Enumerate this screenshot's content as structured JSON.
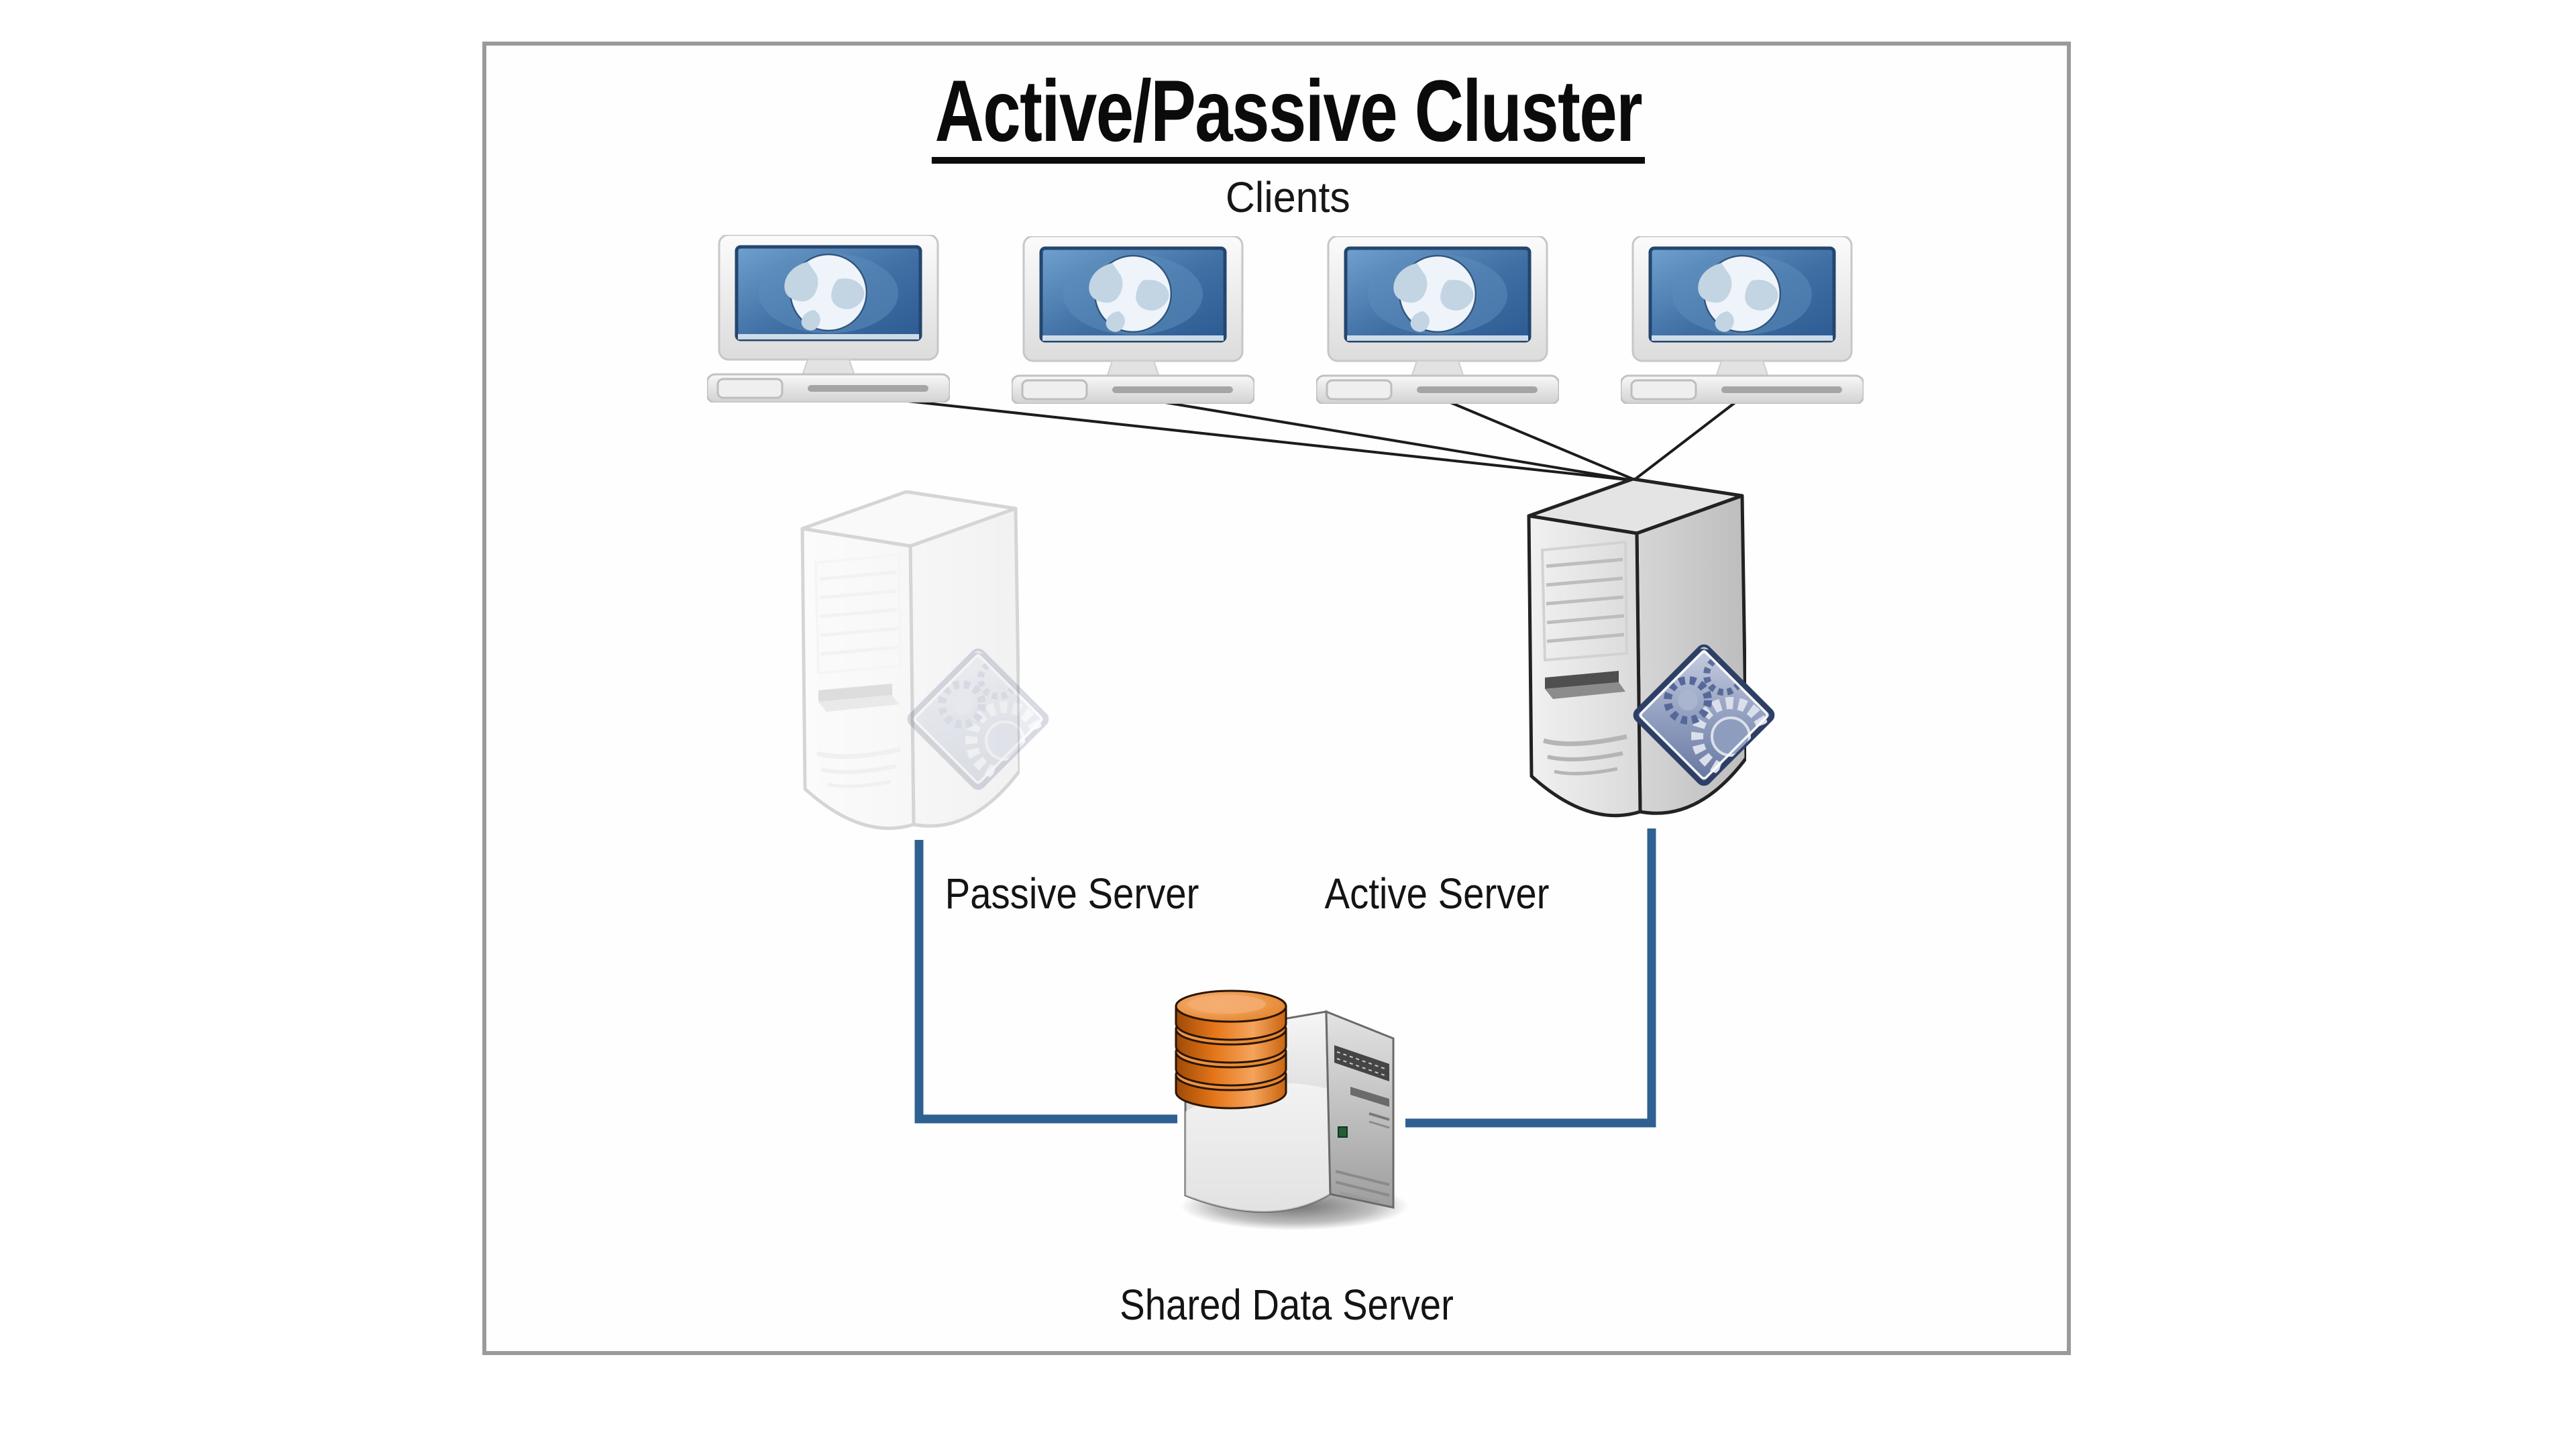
{
  "diagram": {
    "title": "Active/Passive Cluster",
    "clients": {
      "label": "Clients",
      "count": 4
    },
    "servers": {
      "passive": {
        "label": "Passive Server"
      },
      "active": {
        "label": "Active Server"
      },
      "shared": {
        "label": "Shared Data Server"
      }
    },
    "icons": {
      "client": "desktop-computer-globe-icon",
      "passive": "tower-server-faded-icon",
      "active": "tower-server-icon",
      "service": "gears-diamond-icon",
      "shared": "database-server-icon"
    },
    "colors": {
      "frame_border": "#9a9a9a",
      "client_line": "#1c1c1c",
      "connector_blue": "#2E6191",
      "database_orange": "#E5761A",
      "diamond_blue": "#8E9CBE",
      "screen_blue": "#3F6FA3"
    }
  }
}
